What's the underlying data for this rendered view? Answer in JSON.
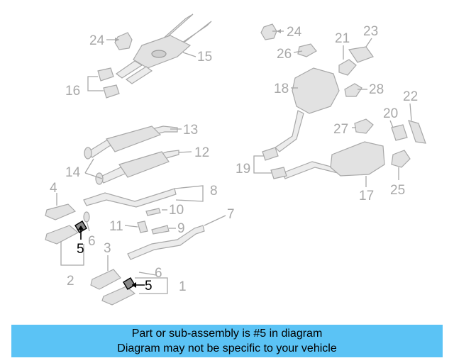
{
  "diagram": {
    "callouts": [
      "24",
      "15",
      "16",
      "13",
      "14",
      "12",
      "4",
      "8",
      "10",
      "11",
      "9",
      "7",
      "6",
      "5",
      "3",
      "2",
      "1",
      "23",
      "21",
      "26",
      "18",
      "28",
      "22",
      "20",
      "27",
      "19",
      "17",
      "25"
    ],
    "highlighted_part": "5"
  },
  "banner": {
    "line1": "Part or sub-assembly is #5 in diagram",
    "line2": "Diagram may not be specific to your vehicle",
    "color": "#5bc3f5"
  },
  "colors": {
    "part_line": "#a8a8a8",
    "highlight": "#000000"
  }
}
